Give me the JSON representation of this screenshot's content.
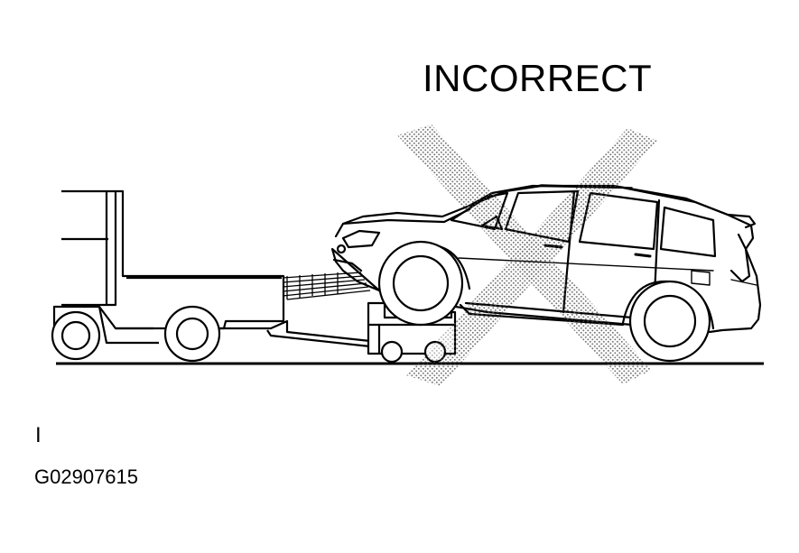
{
  "title": "INCORRECT",
  "cursor_mark": "I",
  "figure_id": "G02907615",
  "illustration": {
    "subject": "tow-truck-wheel-lift-towing-suv-front-wheels",
    "overlay_icon": "dotted-x-cross-icon",
    "colors": {
      "ink": "#000000",
      "background": "#ffffff",
      "stipple": "#7a7a7a"
    }
  }
}
